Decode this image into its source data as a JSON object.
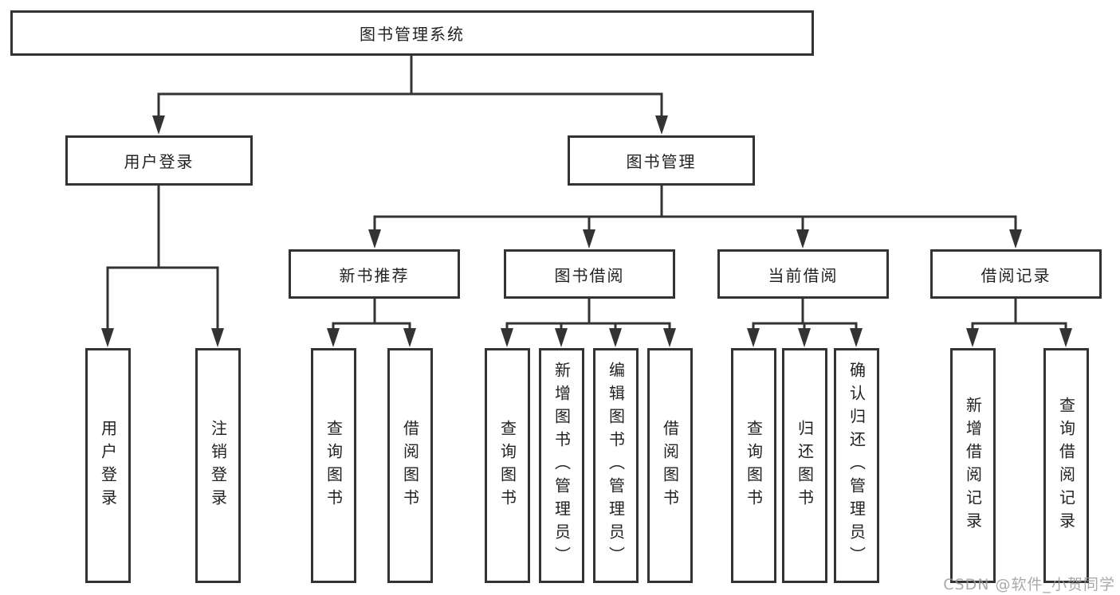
{
  "tree": {
    "root": "图书管理系统",
    "children": [
      {
        "label": "用户登录",
        "children": [
          "用户登录",
          "注销登录"
        ]
      },
      {
        "label": "图书管理",
        "children": [
          {
            "label": "新书推荐",
            "children": [
              "查询图书",
              "借阅图书"
            ]
          },
          {
            "label": "图书借阅",
            "children": [
              "查询图书",
              "新增图书（管理员）",
              "编辑图书（管理员）",
              "借阅图书"
            ]
          },
          {
            "label": "当前借阅",
            "children": [
              "查询图书",
              "归还图书",
              "确认归还（管理员）"
            ]
          },
          {
            "label": "借阅记录",
            "children": [
              "新增借阅记录",
              "查询借阅记录"
            ]
          }
        ]
      }
    ]
  },
  "watermark": {
    "text": "CSDN @软件_小贺同学"
  },
  "colors": {
    "line": "#333333",
    "watermark": "#9b9b9b"
  }
}
